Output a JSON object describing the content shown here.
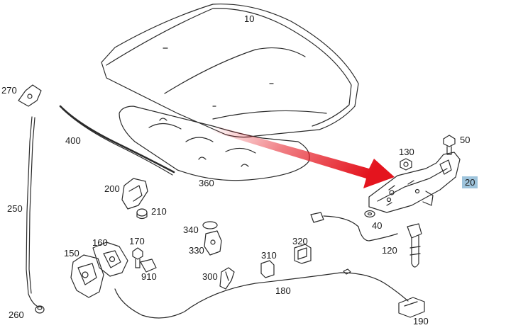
{
  "diagram": {
    "highlight_color": "#9ec4dc",
    "arrow_color": "#e4141e",
    "line_color": "#2a2a2a",
    "labels": {
      "p10": "10",
      "p20": "20",
      "p40": "40",
      "p50": "50",
      "p120": "120",
      "p130": "130",
      "p150": "150",
      "p160": "160",
      "p170": "170",
      "p180": "180",
      "p190": "190",
      "p200": "200",
      "p210": "210",
      "p250": "250",
      "p260": "260",
      "p270": "270",
      "p300": "300",
      "p310": "310",
      "p320": "320",
      "p330": "330",
      "p340": "340",
      "p360": "360",
      "p400": "400",
      "p910": "910"
    }
  }
}
